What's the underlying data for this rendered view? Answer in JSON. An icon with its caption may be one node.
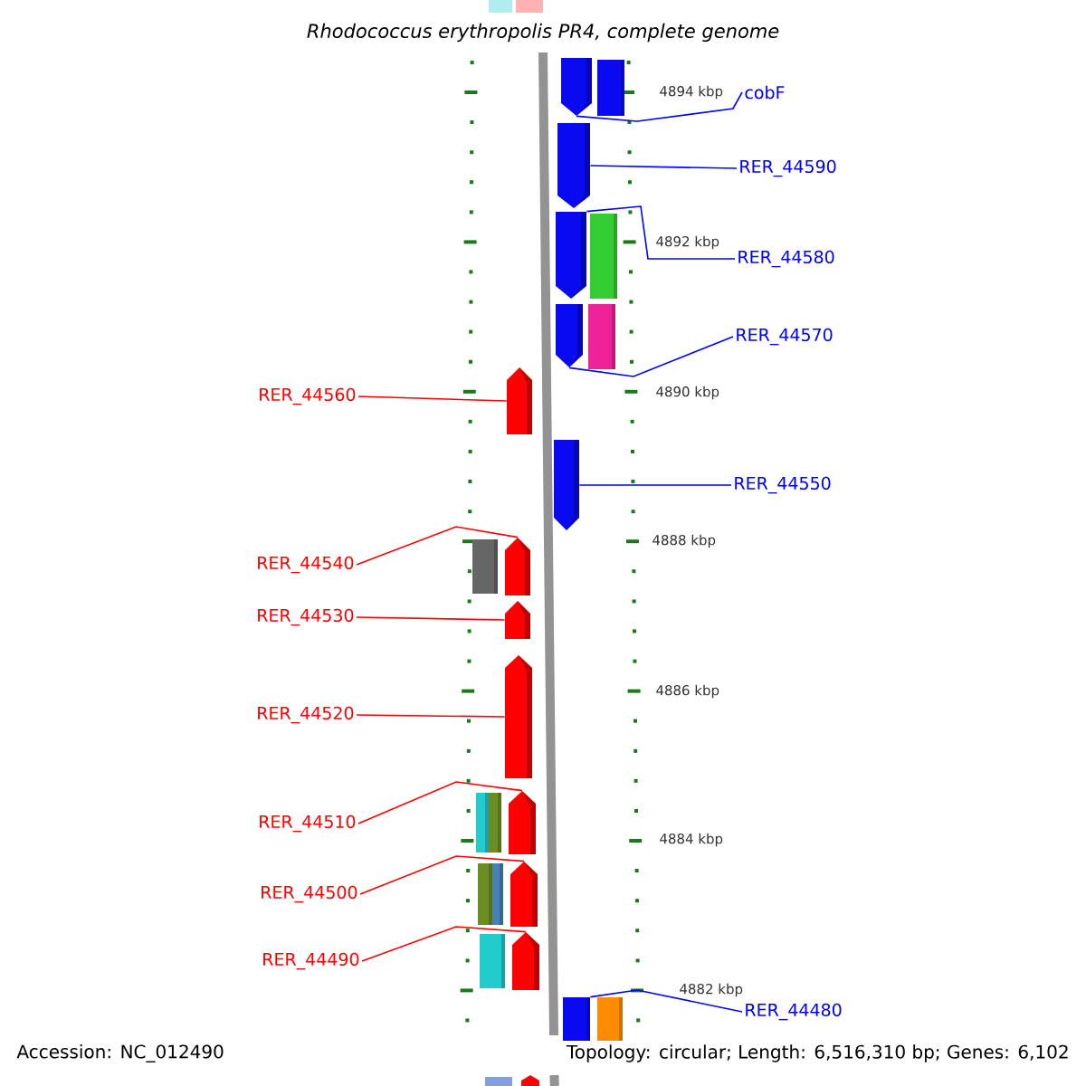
{
  "diagram": {
    "title": "Rhodococcus erythropolis PR4, complete genome",
    "nodes": [
      {
        "text": [
          "cobF"
        ]
      },
      {
        "text": [
          "RER_44590"
        ]
      },
      {
        "text": [
          "RER_44580"
        ]
      },
      {
        "text": [
          "RER_44570"
        ]
      },
      {
        "text": [
          "RER_44560"
        ]
      },
      {
        "text": [
          "RER_44550"
        ]
      },
      {
        "text": [
          "RER_44540"
        ]
      },
      {
        "text": [
          "RER_44530"
        ]
      },
      {
        "text": [
          "RER_44520"
        ]
      },
      {
        "text": [
          "RER_44510"
        ]
      },
      {
        "text": [
          "RER_44500"
        ]
      },
      {
        "text": [
          "RER_44490"
        ]
      },
      {
        "text": [
          "RER_44480"
        ]
      },
      {
        "text": [],
        "shape": "arrow"
      },
      {
        "text": [],
        "shape": "arrow"
      },
      {
        "text": [],
        "shape": "arrow"
      },
      {
        "text": [],
        "shape": "arrow"
      },
      {
        "text": [],
        "shape": "arrow"
      },
      {
        "text": [],
        "shape": "arrow"
      },
      {
        "text": [],
        "shape": "arrow"
      },
      {
        "text": [],
        "shape": "arrow"
      },
      {
        "text": [],
        "shape": "arrow"
      },
      {
        "text": [],
        "shape": "arrow"
      },
      {
        "text": [],
        "shape": "arrow"
      },
      {
        "text": [],
        "shape": "arrow"
      },
      {
        "text": [],
        "shape": "box"
      },
      {
        "text": [],
        "shape": "box"
      },
      {
        "text": [],
        "shape": "box"
      },
      {
        "text": [],
        "shape": "box"
      },
      {
        "text": [],
        "shape": "box"
      },
      {
        "text": [],
        "shape": "box"
      },
      {
        "text": [],
        "shape": "box"
      },
      {
        "text": [],
        "shape": "box"
      },
      {
        "text": [],
        "shape": "box"
      },
      {
        "text": [],
        "shape": "box"
      },
      {
        "text": [],
        "shape": "box"
      }
    ],
    "edges": [
      {
        "from": 0,
        "to": 13,
        "arrow": "none",
        "color": "#0000ff"
      },
      {
        "from": 1,
        "to": 14,
        "arrow": "none",
        "color": "#0000ff"
      },
      {
        "from": 2,
        "to": 15,
        "arrow": "none",
        "color": "#0000ff"
      },
      {
        "from": 3,
        "to": 16,
        "arrow": "none",
        "color": "#0000ff"
      },
      {
        "from": 4,
        "to": 17,
        "arrow": "none"
      },
      {
        "from": 5,
        "to": 18,
        "arrow": "none",
        "color": "#0000ff"
      },
      {
        "from": 6,
        "to": 19,
        "arrow": "none"
      },
      {
        "from": 7,
        "to": 20,
        "arrow": "none"
      },
      {
        "from": 8,
        "to": 21,
        "arrow": "none"
      },
      {
        "from": 9,
        "to": 22,
        "arrow": "none"
      },
      {
        "from": 10,
        "to": 23,
        "arrow": "none"
      },
      {
        "from": 11,
        "to": 24,
        "arrow": "none"
      },
      {
        "from": 12,
        "to": 25,
        "arrow": "none",
        "color": "#0000ff"
      }
    ],
    "labels": [
      "4894 kbp",
      "4892 kbp",
      "4890 kbp",
      "4888 kbp",
      "4886 kbp",
      "4884 kbp",
      "4882 kbp",
      "Accession: NC_012490",
      "Topology: circular; Length: 6,516,310 bp; Genes: 6,102"
    ]
  }
}
